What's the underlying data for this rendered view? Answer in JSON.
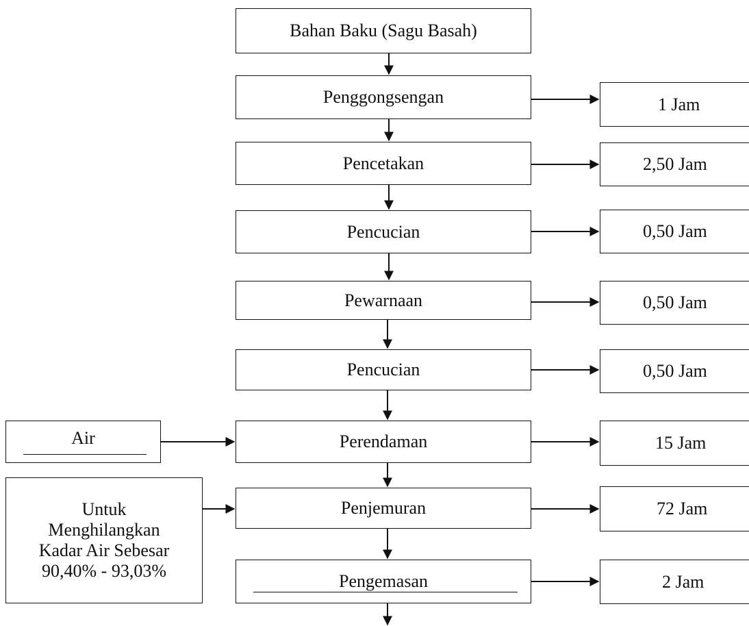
{
  "flow": {
    "steps": [
      {
        "label": "Bahan Baku (Sagu Basah)"
      },
      {
        "label": "Penggongsengan",
        "duration": "1 Jam"
      },
      {
        "label": "Pencetakan",
        "duration": "2,50 Jam"
      },
      {
        "label": "Pencucian",
        "duration": "0,50 Jam"
      },
      {
        "label": "Pewarnaan",
        "duration": "0,50 Jam"
      },
      {
        "label": "Pencucian",
        "duration": "0,50 Jam"
      },
      {
        "label": "Perendaman",
        "duration": "15 Jam"
      },
      {
        "label": "Penjemuran",
        "duration": "72 Jam"
      },
      {
        "label": "Pengemasan",
        "duration": "2 Jam"
      }
    ],
    "inputs": {
      "air": "Air",
      "note_lines": [
        "Untuk",
        "Menghilangkan",
        "Kadar Air Sebesar",
        "90,40% - 93,03%"
      ]
    }
  }
}
